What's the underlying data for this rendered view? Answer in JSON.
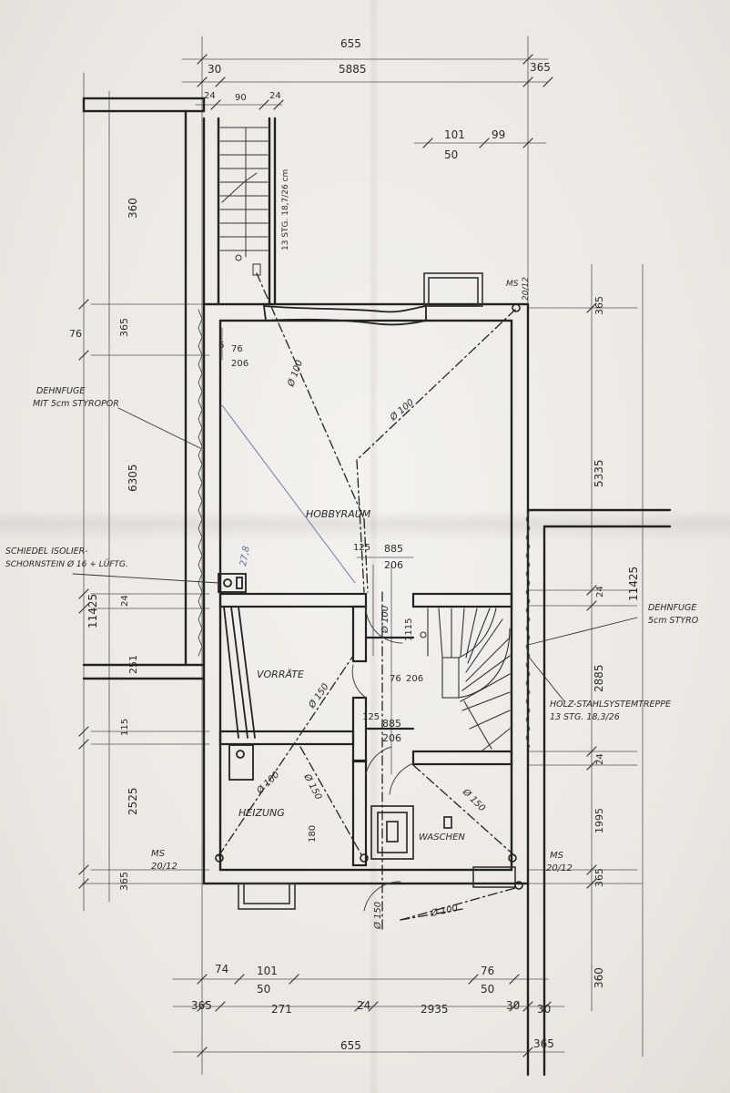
{
  "dimensions": {
    "total_top": "655",
    "inner_top": "5885",
    "left_wall_top": "30",
    "right_wall_top": "365",
    "stair_left": "24",
    "stair_width": "90",
    "stair_right": "24",
    "window_top_width": "101",
    "window_top_height": "50",
    "window_top_gap": "99",
    "total_bottom": "655",
    "bottom_left_wall": "365",
    "bottom_seg_1": "271",
    "bottom_seg_mid": "24",
    "bottom_seg_2": "2935",
    "bottom_right_wall": "30",
    "bottom_right_30": "30",
    "bottom_right_365": "365",
    "window_bl_offset": "74",
    "window_bl_width": "101",
    "window_bl_height": "50",
    "window_br_width": "76",
    "window_br_height": "50",
    "left_360": "360",
    "left_365_top": "365",
    "left_6305": "6305",
    "left_11425": "11425",
    "left_24": "24",
    "left_251": "251",
    "left_115": "115",
    "left_2525": "2525",
    "left_365_bottom": "365",
    "right_365_top": "365",
    "right_5335": "5335",
    "right_11425": "11425",
    "right_24_a": "24",
    "right_2885": "2885",
    "right_24_b": "24",
    "right_1995": "1995",
    "right_365_bottom": "365",
    "right_360": "360",
    "window_left_76": "76",
    "window_left_206": "206",
    "left_6": "6",
    "door_hobby_125": "125",
    "door_hobby_885": "885",
    "door_hobby_206": "206",
    "door_corr_76": "76",
    "door_corr_206": "206",
    "door_vert_1115": "1115",
    "door_hz_125": "125",
    "door_hz_885": "885",
    "door_hz_206": "206",
    "heiz_180": "180"
  },
  "labels": {
    "stairs_top": "13 STG. 18,7/26 cm",
    "ms_top": "MS",
    "ms_top_size": "20/12",
    "ms_bl": "MS",
    "ms_bl_size": "20/12",
    "ms_br": "MS",
    "ms_br_size": "20/12",
    "dehnfuge_left_1": "DEHNFUGE",
    "dehnfuge_left_2": "MIT 5cm STYROPOR",
    "schiedel_1": "SCHIEDEL ISOLIER-",
    "schiedel_2": "SCHORNSTEIN Ø 16 + LÜFTG.",
    "dehnfuge_right_1": "DEHNFUGE",
    "dehnfuge_right_2": "5cm STYRO",
    "holz_1": "HOLZ-STAHLSYSTEMTREPPE",
    "holz_2": "13 STG. 18,3/26",
    "hobbyraum": "HOBBYRAUM",
    "vorraete": "VORRÄTE",
    "heizung": "HEIZUNG",
    "waschen": "WASCHEN",
    "dia_100_a": "Ø 100",
    "dia_100_b": "Ø 100",
    "dia_100_c": "Ø 100",
    "dia_100_d": "Ø 100",
    "dia_150_a": "Ø 150",
    "dia_150_b": "Ø 150",
    "dia_150_c": "Ø 150",
    "dia_100_e": "Ø 100",
    "dia_150_d": "Ø 150",
    "blue_note": "27,8"
  },
  "colors": {
    "ink": "#2b2b2b",
    "blue_pen": "#5b6aa8"
  }
}
